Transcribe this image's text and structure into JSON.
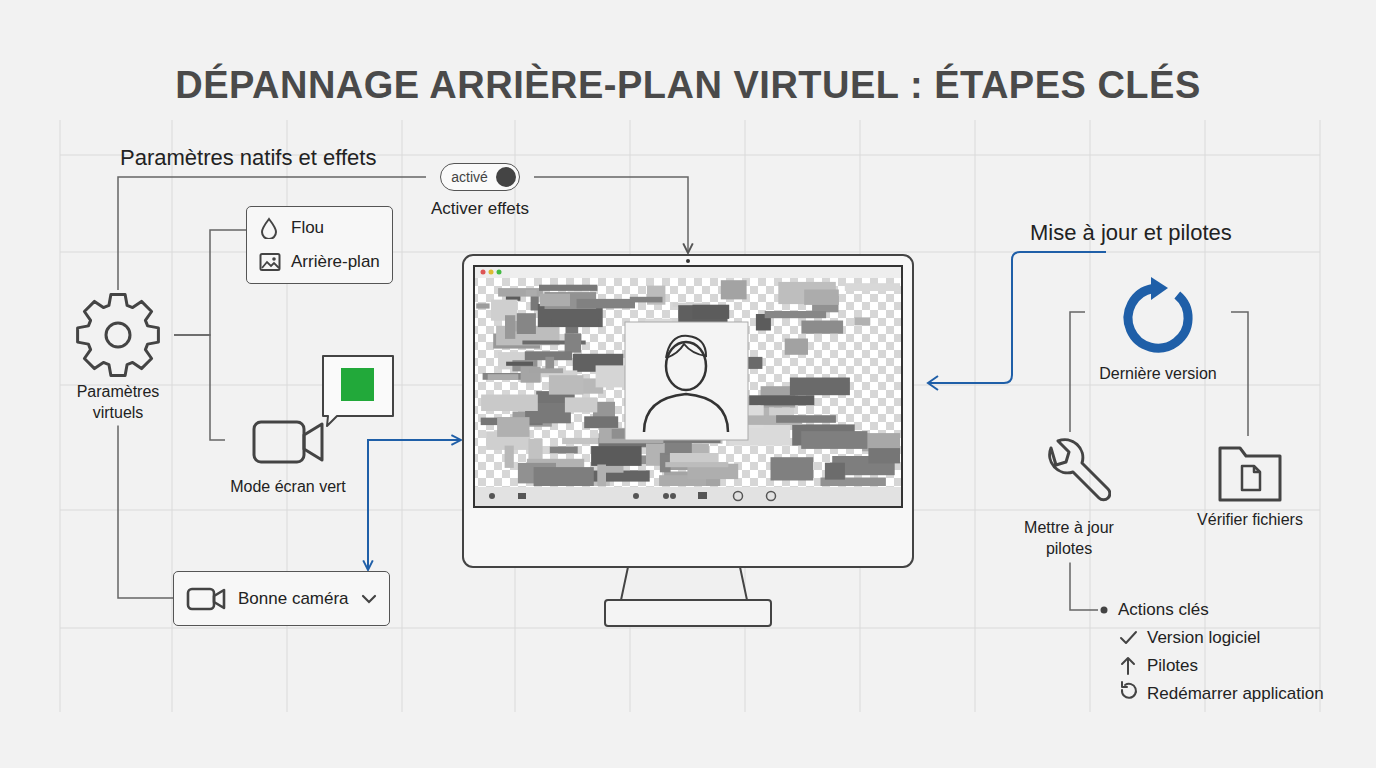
{
  "diagram": {
    "title": "DÉPANNAGE ARRIÈRE-PLAN VIRTUEL : ÉTAPES CLÉS",
    "nodes": [
      {
        "text": [
          "Paramètres virtuels"
        ]
      },
      {
        "text": [
          "Flou",
          "Arrière-plan"
        ]
      },
      {
        "text": [
          "activé",
          "Activer effets"
        ]
      },
      {
        "text": [
          "Mode écran vert"
        ]
      },
      {
        "text": [
          "Bonne caméra"
        ]
      },
      {
        "text": []
      },
      {
        "text": [
          "Dernière version"
        ]
      },
      {
        "text": [
          "Mettre à jour pilotes"
        ]
      },
      {
        "text": [
          "Vérifier fichiers"
        ]
      }
    ],
    "edges": [
      {
        "from": 0,
        "to": 1,
        "arrow": "none"
      },
      {
        "from": 0,
        "to": 3,
        "arrow": "none"
      },
      {
        "from": 0,
        "to": 4,
        "arrow": "none"
      },
      {
        "from": 0,
        "to": 2,
        "arrow": "none"
      },
      {
        "from": 2,
        "to": 5,
        "arrow": "to"
      },
      {
        "from": 4,
        "to": 5,
        "arrow": "both"
      },
      {
        "from": 6,
        "to": 7,
        "arrow": "none"
      },
      {
        "from": 6,
        "to": 8,
        "arrow": "none"
      }
    ],
    "labels": [
      "Paramètres natifs et effets",
      "Mise à jour et pilotes",
      "Actions clés",
      "Version logiciel",
      "Pilotes",
      "Redémarrer application"
    ]
  }
}
